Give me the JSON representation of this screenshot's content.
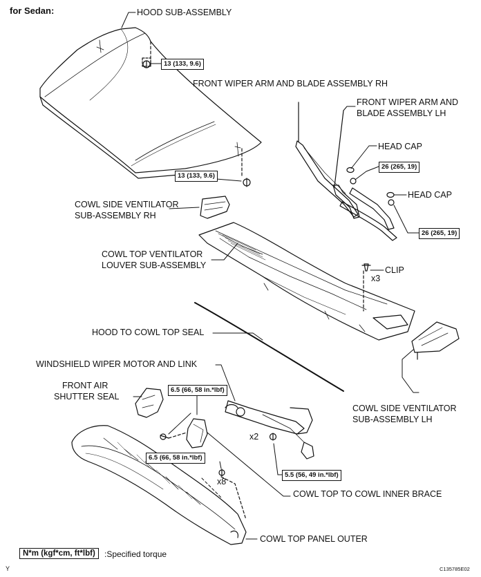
{
  "header": {
    "variant": "for Sedan:"
  },
  "parts": {
    "hood": "HOOD SUB-ASSEMBLY",
    "wiper_rh": "FRONT WIPER ARM AND BLADE ASSEMBLY RH",
    "wiper_lh_1": "FRONT WIPER ARM AND",
    "wiper_lh_2": "BLADE ASSEMBLY LH",
    "head_cap_1": "HEAD CAP",
    "head_cap_2": "HEAD CAP",
    "cowl_side_rh_1": "COWL SIDE VENTILATOR",
    "cowl_side_rh_2": "SUB-ASSEMBLY RH",
    "cowl_top_vent_1": "COWL TOP VENTILATOR",
    "cowl_top_vent_2": "LOUVER SUB-ASSEMBLY",
    "clip": "CLIP",
    "clip_qty": "x3",
    "hood_seal": "HOOD TO COWL TOP SEAL",
    "wiper_motor": "WINDSHIELD WIPER MOTOR AND LINK",
    "front_air_1": "FRONT AIR",
    "front_air_2": "SHUTTER SEAL",
    "cowl_side_lh_1": "COWL SIDE VENTILATOR",
    "cowl_side_lh_2": "SUB-ASSEMBLY LH",
    "motor_bolt_qty": "x2",
    "panel_bolt_qty": "x8",
    "inner_brace": "COWL TOP TO COWL INNER BRACE",
    "panel_outer": "COWL TOP PANEL OUTER"
  },
  "torques": {
    "hood_upper": "13 (133, 9.6)",
    "hood_lower": "13 (133, 9.6)",
    "wiper_lh": "26 (265, 19)",
    "wiper_rh": "26 (265, 19)",
    "brace": "6.5 (66, 58 in.*lbf)",
    "panel": "6.5 (66, 58 in.*lbf)",
    "motor": "5.5 (56, 49 in.*lbf)"
  },
  "legend": {
    "unit": "N*m (kgf*cm, ft*lbf)",
    "meaning": ":Specified torque"
  },
  "footer": {
    "corner_mark": "Y",
    "figure_id": "C135785E02"
  }
}
